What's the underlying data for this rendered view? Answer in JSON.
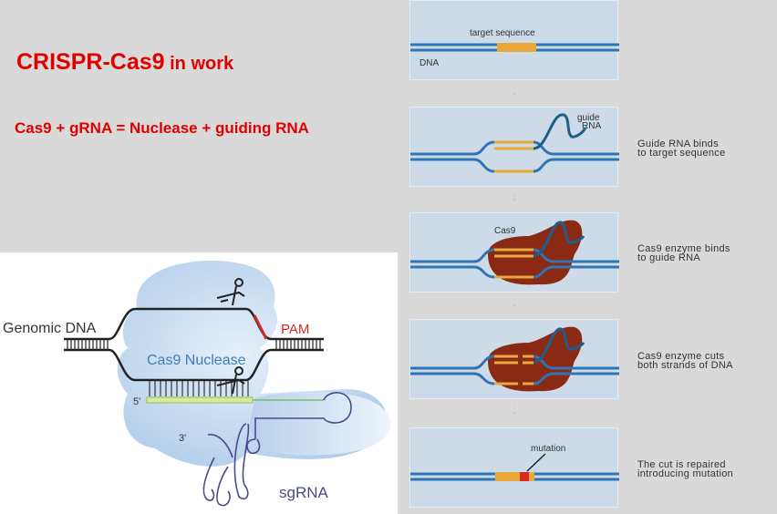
{
  "title": {
    "main": "CRISPR-Cas9",
    "suffix": " in work"
  },
  "subtitle": "Cas9  + gRNA = Nuclease + guiding RNA",
  "left_diagram": {
    "labels": {
      "genomic_dna": "Genomic DNA",
      "pam": "PAM",
      "cas9_nuclease": "Cas9 Nuclease",
      "five_prime": "5'",
      "three_prime": "3'",
      "sgrna": "sgRNA"
    },
    "colors": {
      "pam": "#d42a2a",
      "cas9_text": "#3a7fb8",
      "sgrna_text": "#4a4a8a",
      "blob": "#b9d3ec",
      "guide_bar": "#dbe89a"
    }
  },
  "steps": [
    {
      "labels": {
        "top": "target sequence",
        "left": "DNA"
      },
      "description": []
    },
    {
      "labels": {
        "top": "guide",
        "top2": "RNA"
      },
      "description": [
        "Guide RNA binds",
        "to target sequence"
      ]
    },
    {
      "labels": {
        "top": "Cas9"
      },
      "description": [
        "Cas9 enzyme binds",
        "to guide RNA"
      ]
    },
    {
      "labels": {},
      "description": [
        "Cas9 enzyme cuts",
        "both strands of DNA"
      ]
    },
    {
      "labels": {
        "top": "mutation"
      },
      "description": [
        "The cut is repaired",
        "introducing mutation"
      ]
    }
  ],
  "colors": {
    "title": "#e00000",
    "dna": "#2f74b5",
    "target": "#e8a93a",
    "cas9": "#8b2a14",
    "mutation": "#d62a1e",
    "panel": "#cddbe8",
    "background": "#d9d9d9"
  }
}
